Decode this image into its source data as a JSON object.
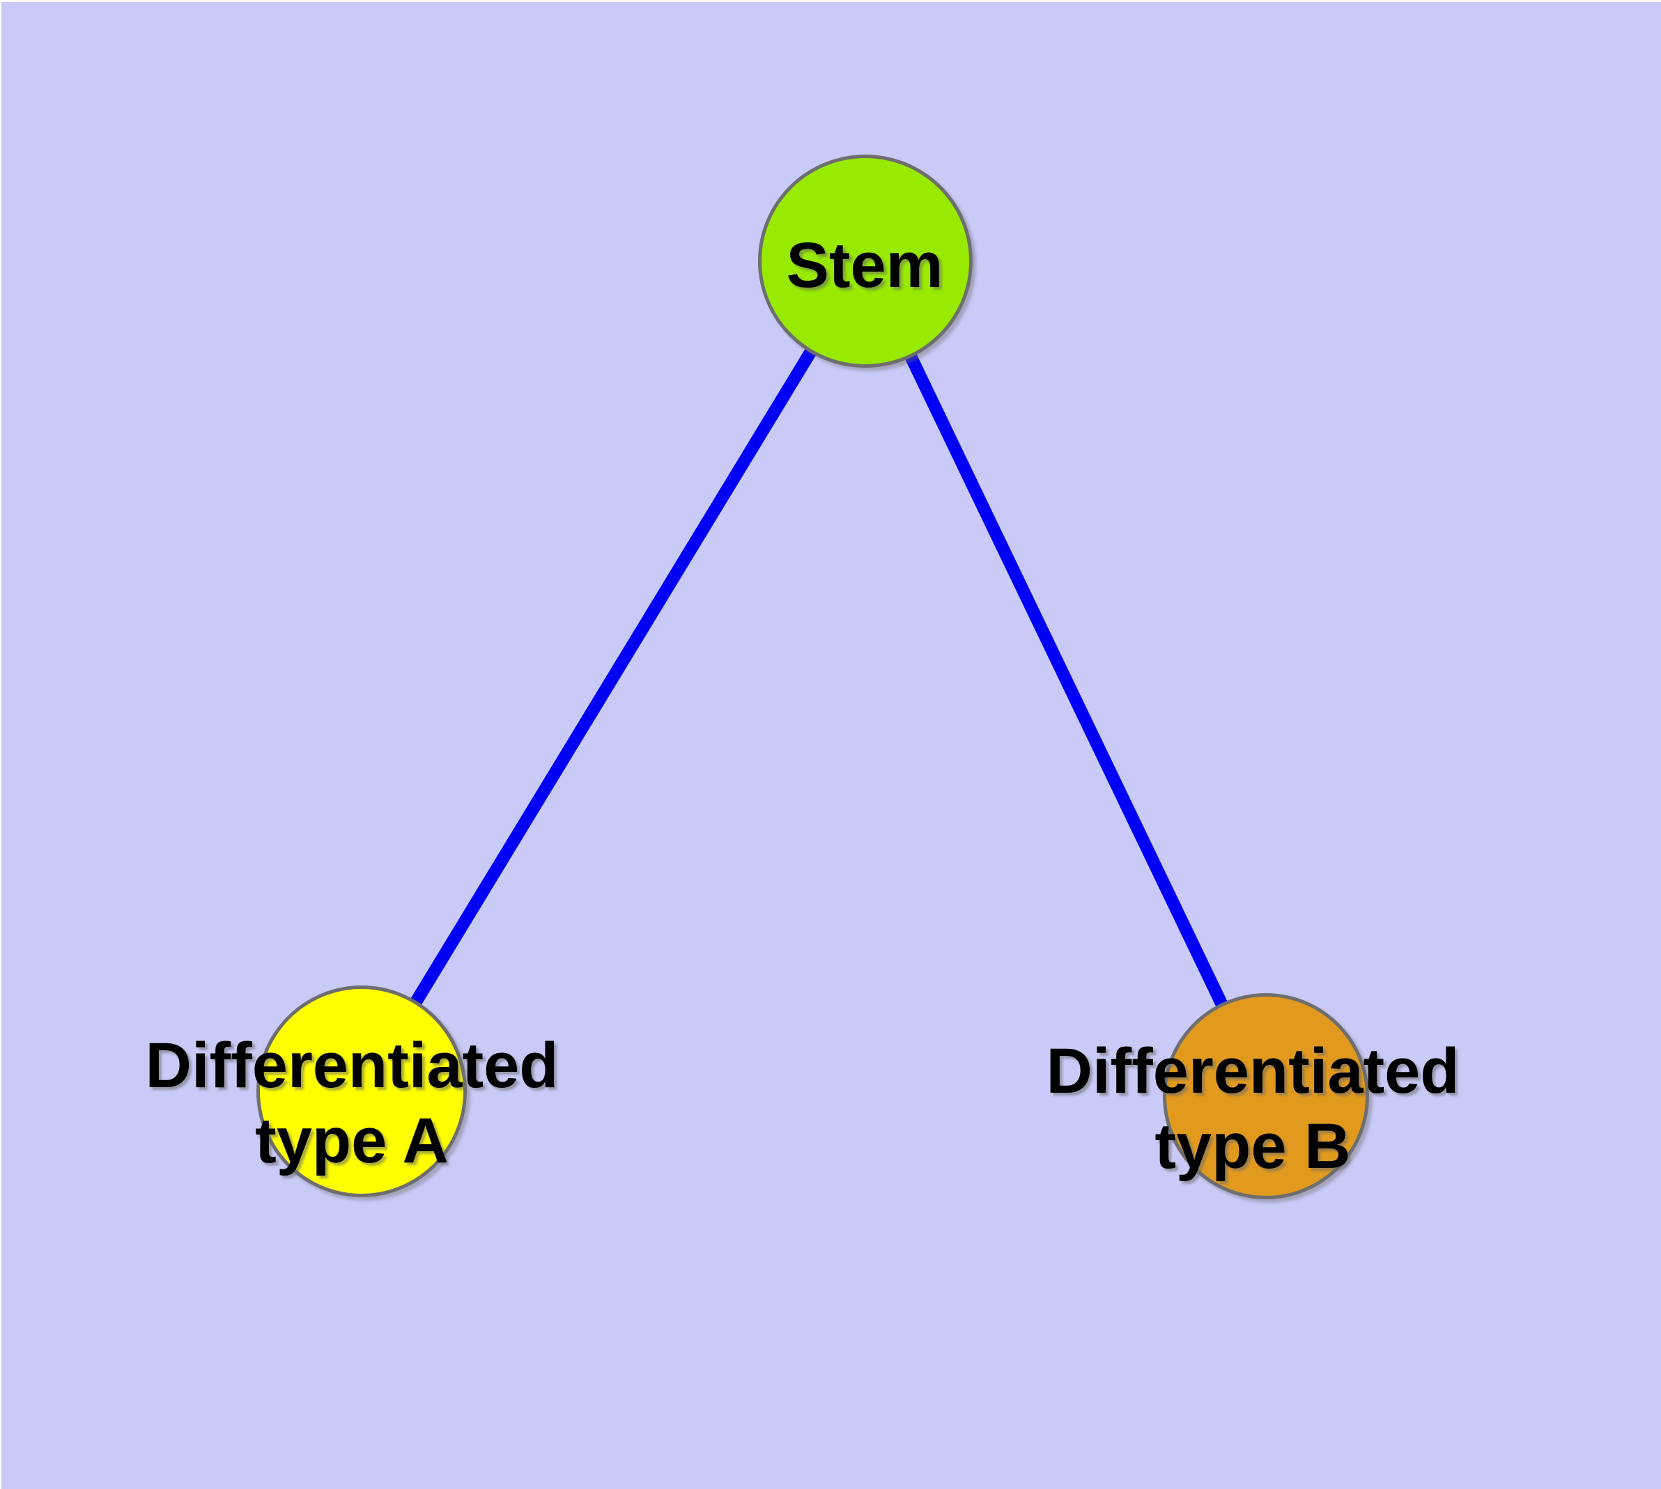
{
  "diagram": {
    "type": "node-link-graph",
    "description_colors": {
      "background": "#cacaf8",
      "edge_blue": "#0000f5",
      "node_border_gray": "#6e6e6e",
      "label_text": "#000000",
      "stem_fill_green": "#97ea00",
      "type_a_fill_yellow": "#ffff00",
      "type_b_fill_orange": "#e29a1e"
    },
    "nodes": {
      "stem": {
        "label": "Stem",
        "fill": "#97ea00"
      },
      "type_a": {
        "line1": "Differentiated",
        "line2": "type A",
        "fill": "#ffff00"
      },
      "type_b": {
        "line1": "Differentiated",
        "line2": "type B",
        "fill": "#e29a1e"
      }
    },
    "edges": [
      {
        "from": "Stem",
        "to": "Differentiated type A"
      },
      {
        "from": "Stem",
        "to": "Differentiated type B"
      }
    ]
  }
}
